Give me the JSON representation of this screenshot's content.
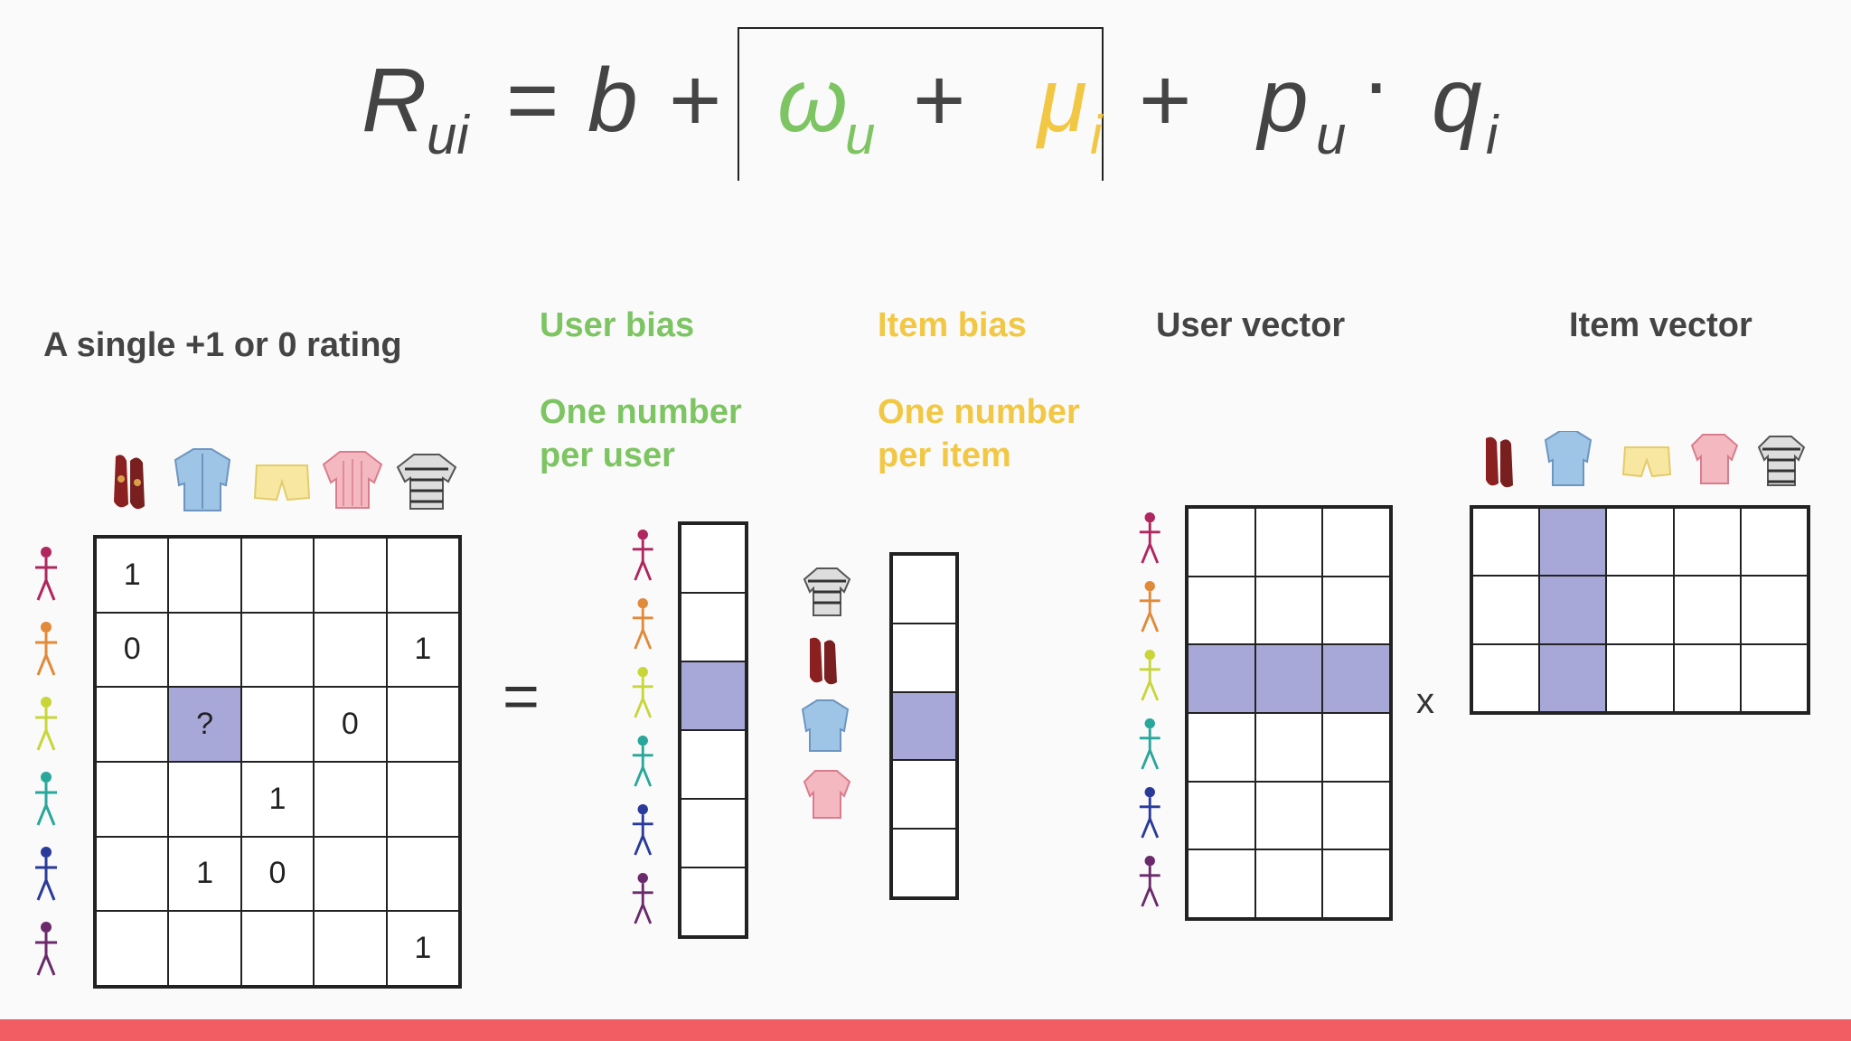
{
  "formula": {
    "lhs": "R",
    "lhs_sub": "ui",
    "eq": "=",
    "b": "b",
    "plus1": "+",
    "omega": "ω",
    "omega_sub": "u",
    "plus2": "+",
    "mu": "μ",
    "mu_sub": "i",
    "plus3": "+",
    "p": "p",
    "p_sub": "u",
    "dot": "·",
    "q": "q",
    "q_sub": "i"
  },
  "labels": {
    "rating": "A single +1 or 0 rating",
    "user_bias_title": "User bias",
    "user_bias_desc_1": "One number",
    "user_bias_desc_2": "per user",
    "item_bias_title": "Item bias",
    "item_bias_desc_1": "One number",
    "item_bias_desc_2": "per item",
    "user_vector": "User vector",
    "item_vector": "Item vector",
    "equals": "=",
    "times": "x"
  },
  "colors": {
    "user_bias": "#7dc462",
    "item_bias": "#f2c744",
    "highlight": "#a8a8d8",
    "bottom_bar": "#f25c63",
    "persons": [
      "#b0265e",
      "#e08a3a",
      "#c8d63a",
      "#2aa79b",
      "#2a3a9b",
      "#6a2a6b"
    ]
  },
  "rating_matrix": {
    "rows": [
      [
        "1",
        "",
        "",
        "",
        ""
      ],
      [
        "0",
        "",
        "",
        "",
        "1"
      ],
      [
        "",
        "?",
        "",
        "0",
        ""
      ],
      [
        "",
        "",
        "1",
        "",
        ""
      ],
      [
        "",
        "1",
        "0",
        "",
        ""
      ],
      [
        "",
        "",
        "",
        "",
        "1"
      ]
    ],
    "highlight": [
      [
        2,
        1
      ]
    ]
  },
  "items": [
    "shoes-icon",
    "denim-shirt-icon",
    "yellow-shorts-icon",
    "pink-blouse-icon",
    "striped-tee-icon"
  ]
}
